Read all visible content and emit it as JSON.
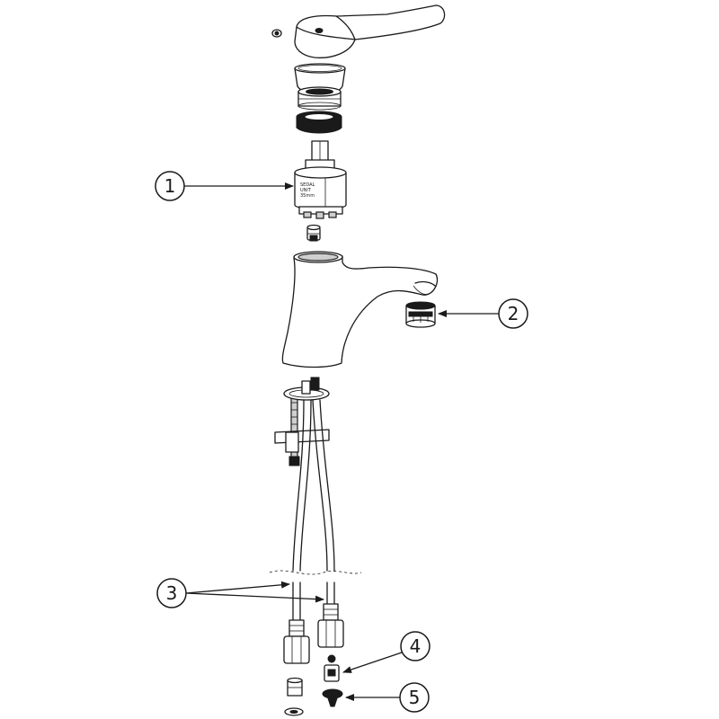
{
  "callouts": [
    {
      "number": "1"
    },
    {
      "number": "2"
    },
    {
      "number": "3"
    },
    {
      "number": "4"
    },
    {
      "number": "5"
    }
  ],
  "cartridge_marking": [
    "SEDAL",
    "UNIT",
    "35mm"
  ]
}
